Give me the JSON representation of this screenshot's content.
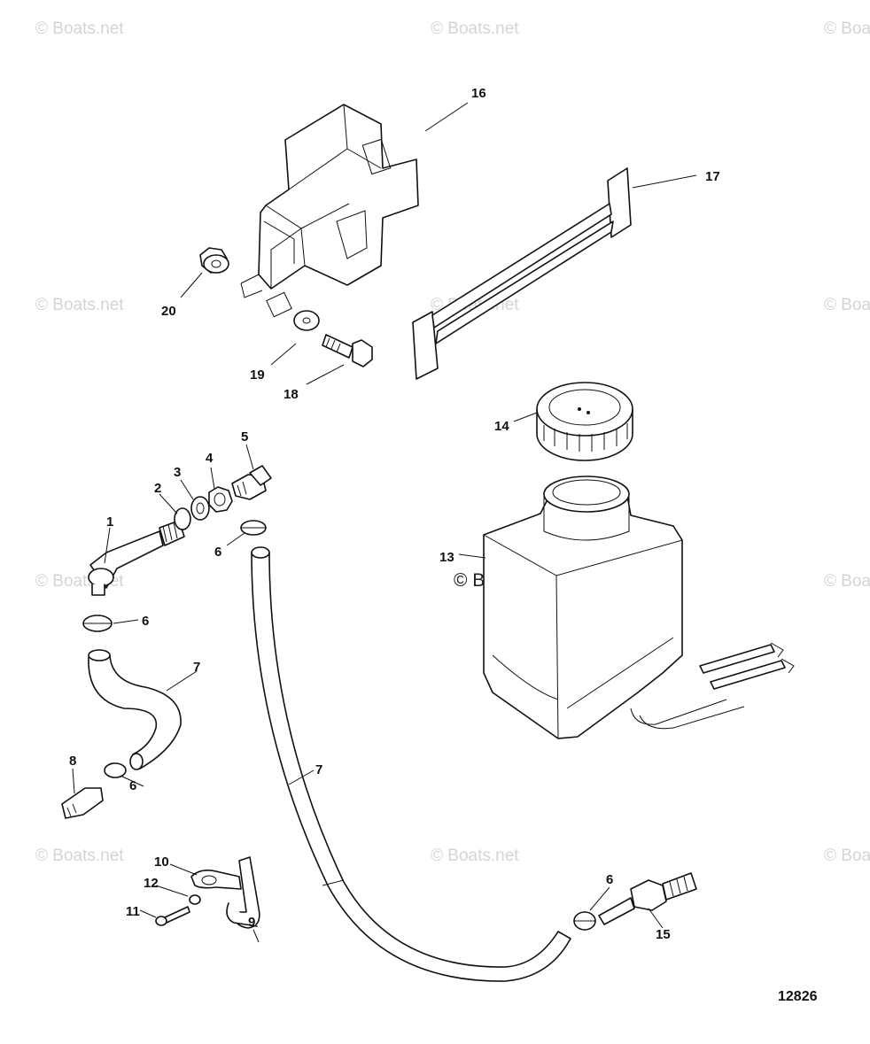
{
  "watermark": {
    "text": "© Boats.net",
    "center_text": "© Boats.net"
  },
  "callouts": {
    "p1": "1",
    "p2": "2",
    "p3": "3",
    "p4": "4",
    "p5": "5",
    "p6a": "6",
    "p6b": "6",
    "p6c": "6",
    "p6d": "6",
    "p7a": "7",
    "p7b": "7",
    "p8": "8",
    "p9": "9",
    "p10": "10",
    "p11": "11",
    "p12": "12",
    "p13": "13",
    "p14": "14",
    "p15": "15",
    "p16": "16",
    "p17": "17",
    "p18": "18",
    "p19": "19",
    "p20": "20"
  },
  "drawing_number": "12826"
}
